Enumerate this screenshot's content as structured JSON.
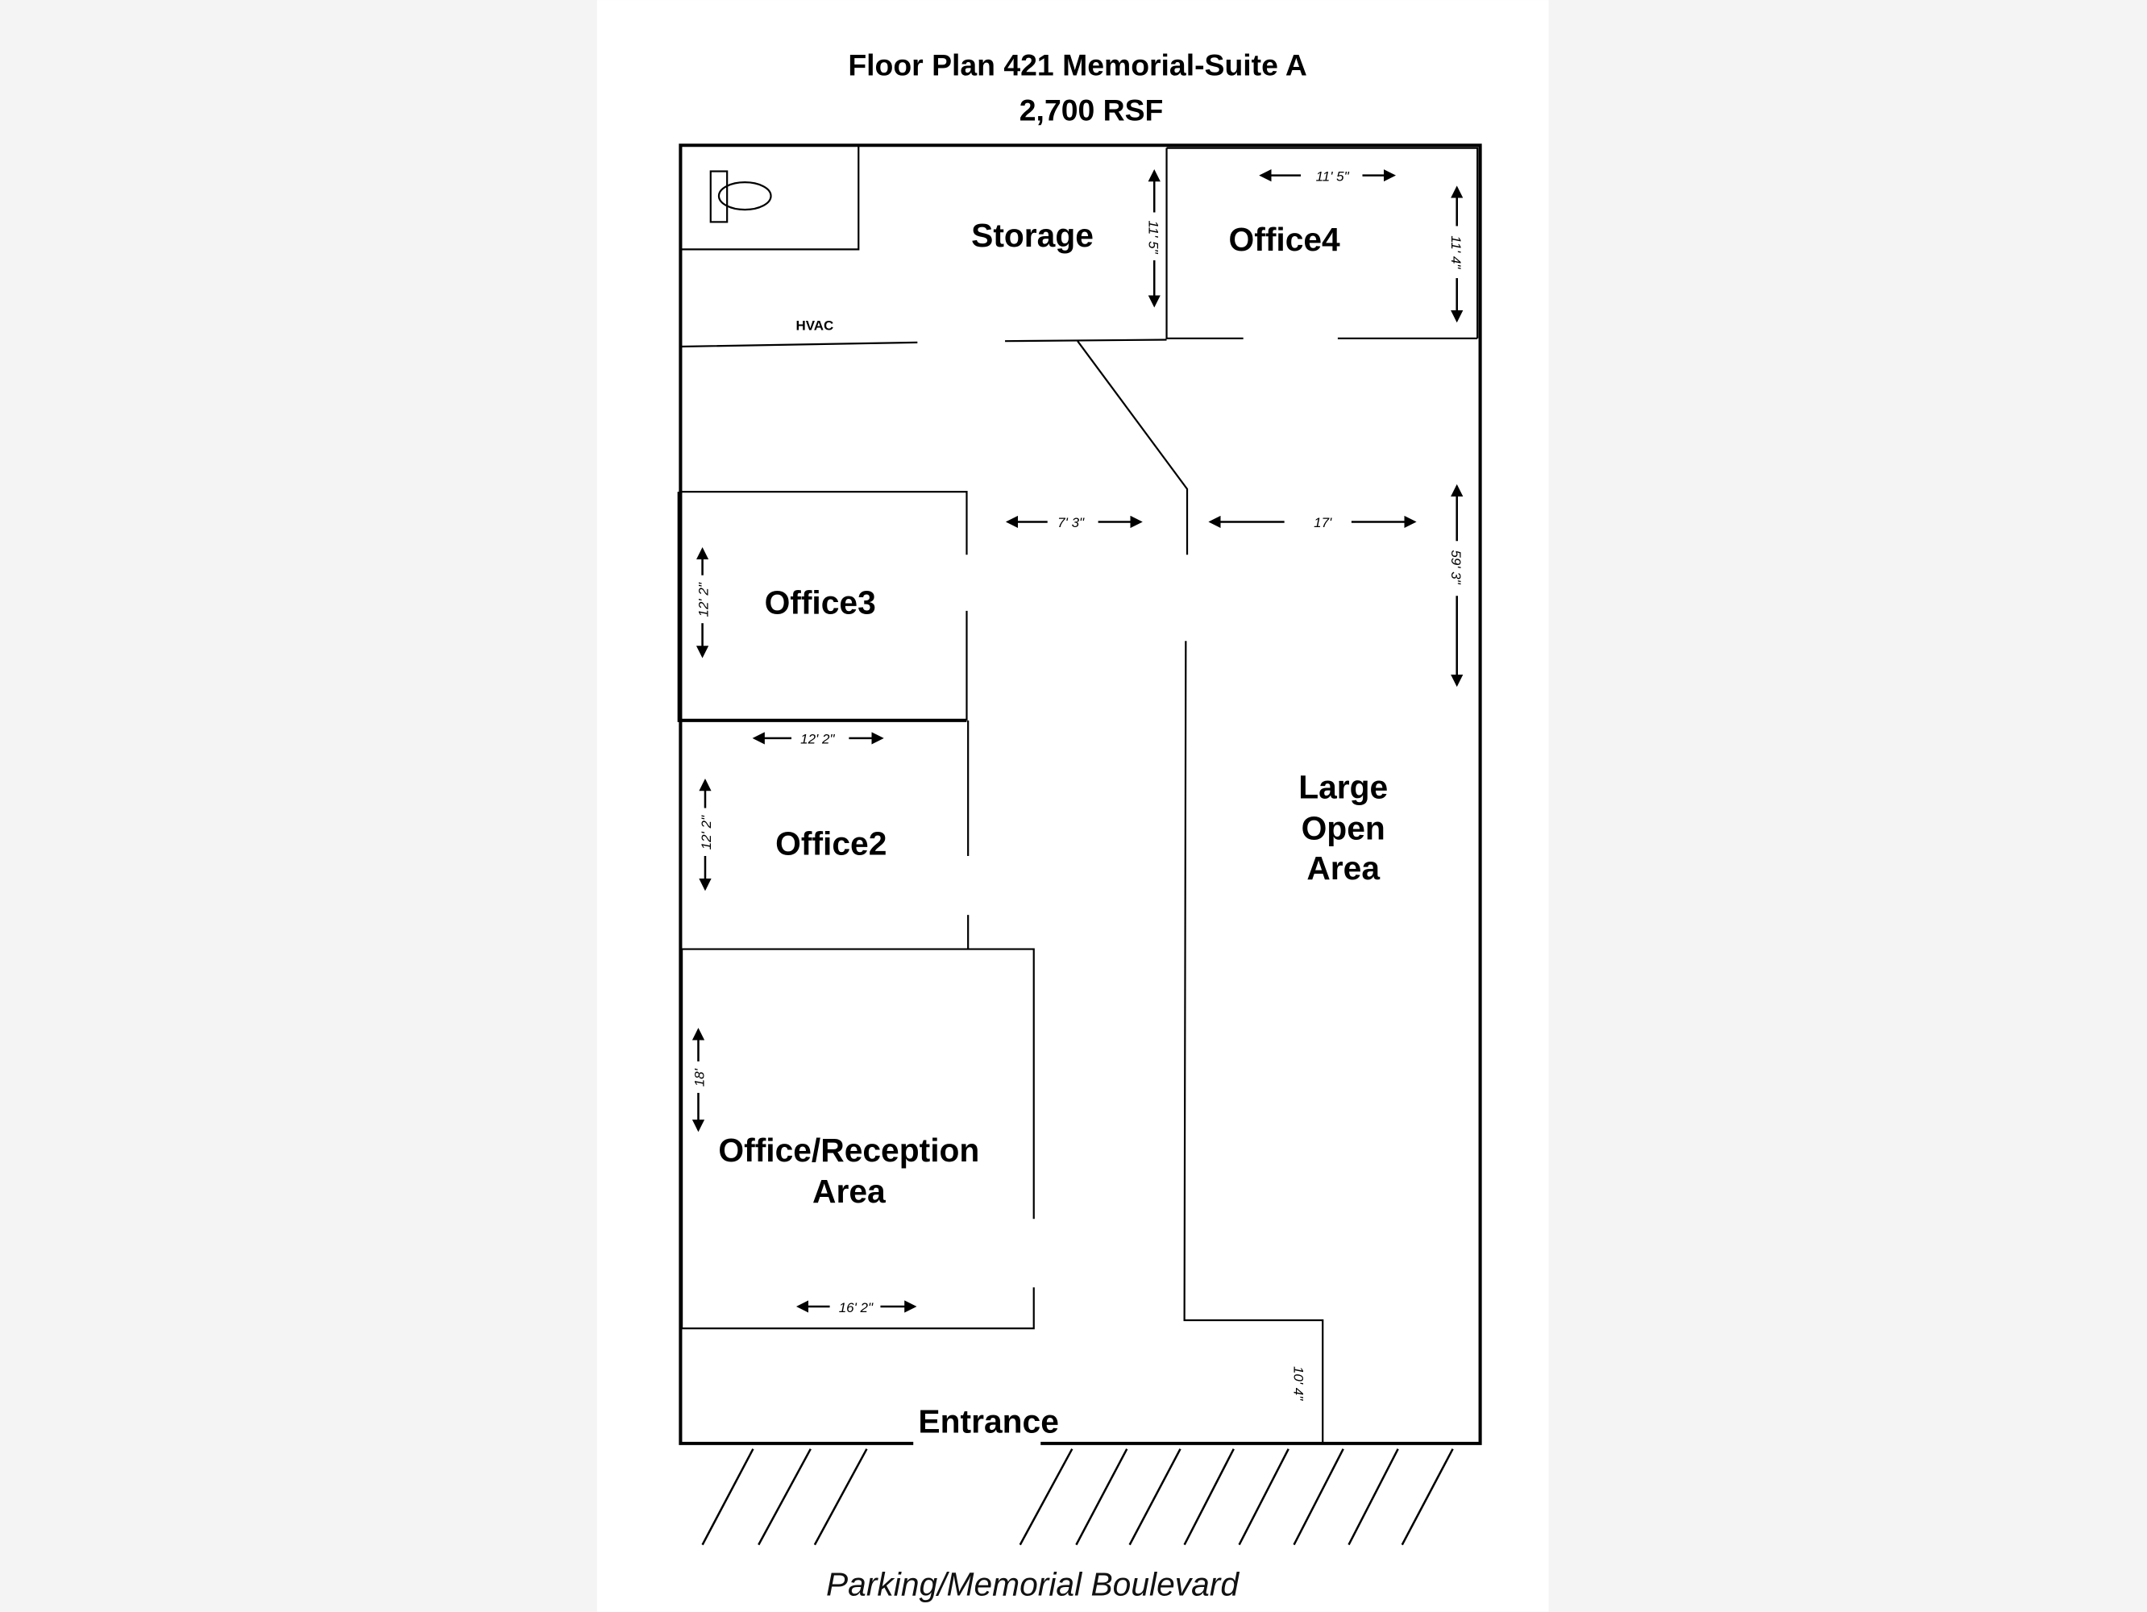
{
  "title": "Floor Plan 421 Memorial-Suite A",
  "subtitle": "2,700 RSF",
  "rooms": {
    "storage": "Storage",
    "office4": "Office4",
    "office3": "Office3",
    "office2": "Office2",
    "reception_line1": "Office/Reception",
    "reception_line2": "Area",
    "open_line1": "Large",
    "open_line2": "Open",
    "open_line3": "Area",
    "hvac": "HVAC",
    "entrance": "Entrance"
  },
  "dimensions": {
    "office4_width": "11' 5\"",
    "office4_height": "11' 4\"",
    "storage_height": "11' 5\"",
    "hall_width": "7' 3\"",
    "open_width": "17'",
    "open_length": "59' 3\"",
    "office3_height": "12' 2\"",
    "office2_width": "12' 2\"",
    "office2_height": "12' 2\"",
    "reception_height": "18'",
    "reception_width": "16' 2\"",
    "entry_depth": "10' 4\""
  },
  "footer": "Parking/Memorial Boulevard"
}
